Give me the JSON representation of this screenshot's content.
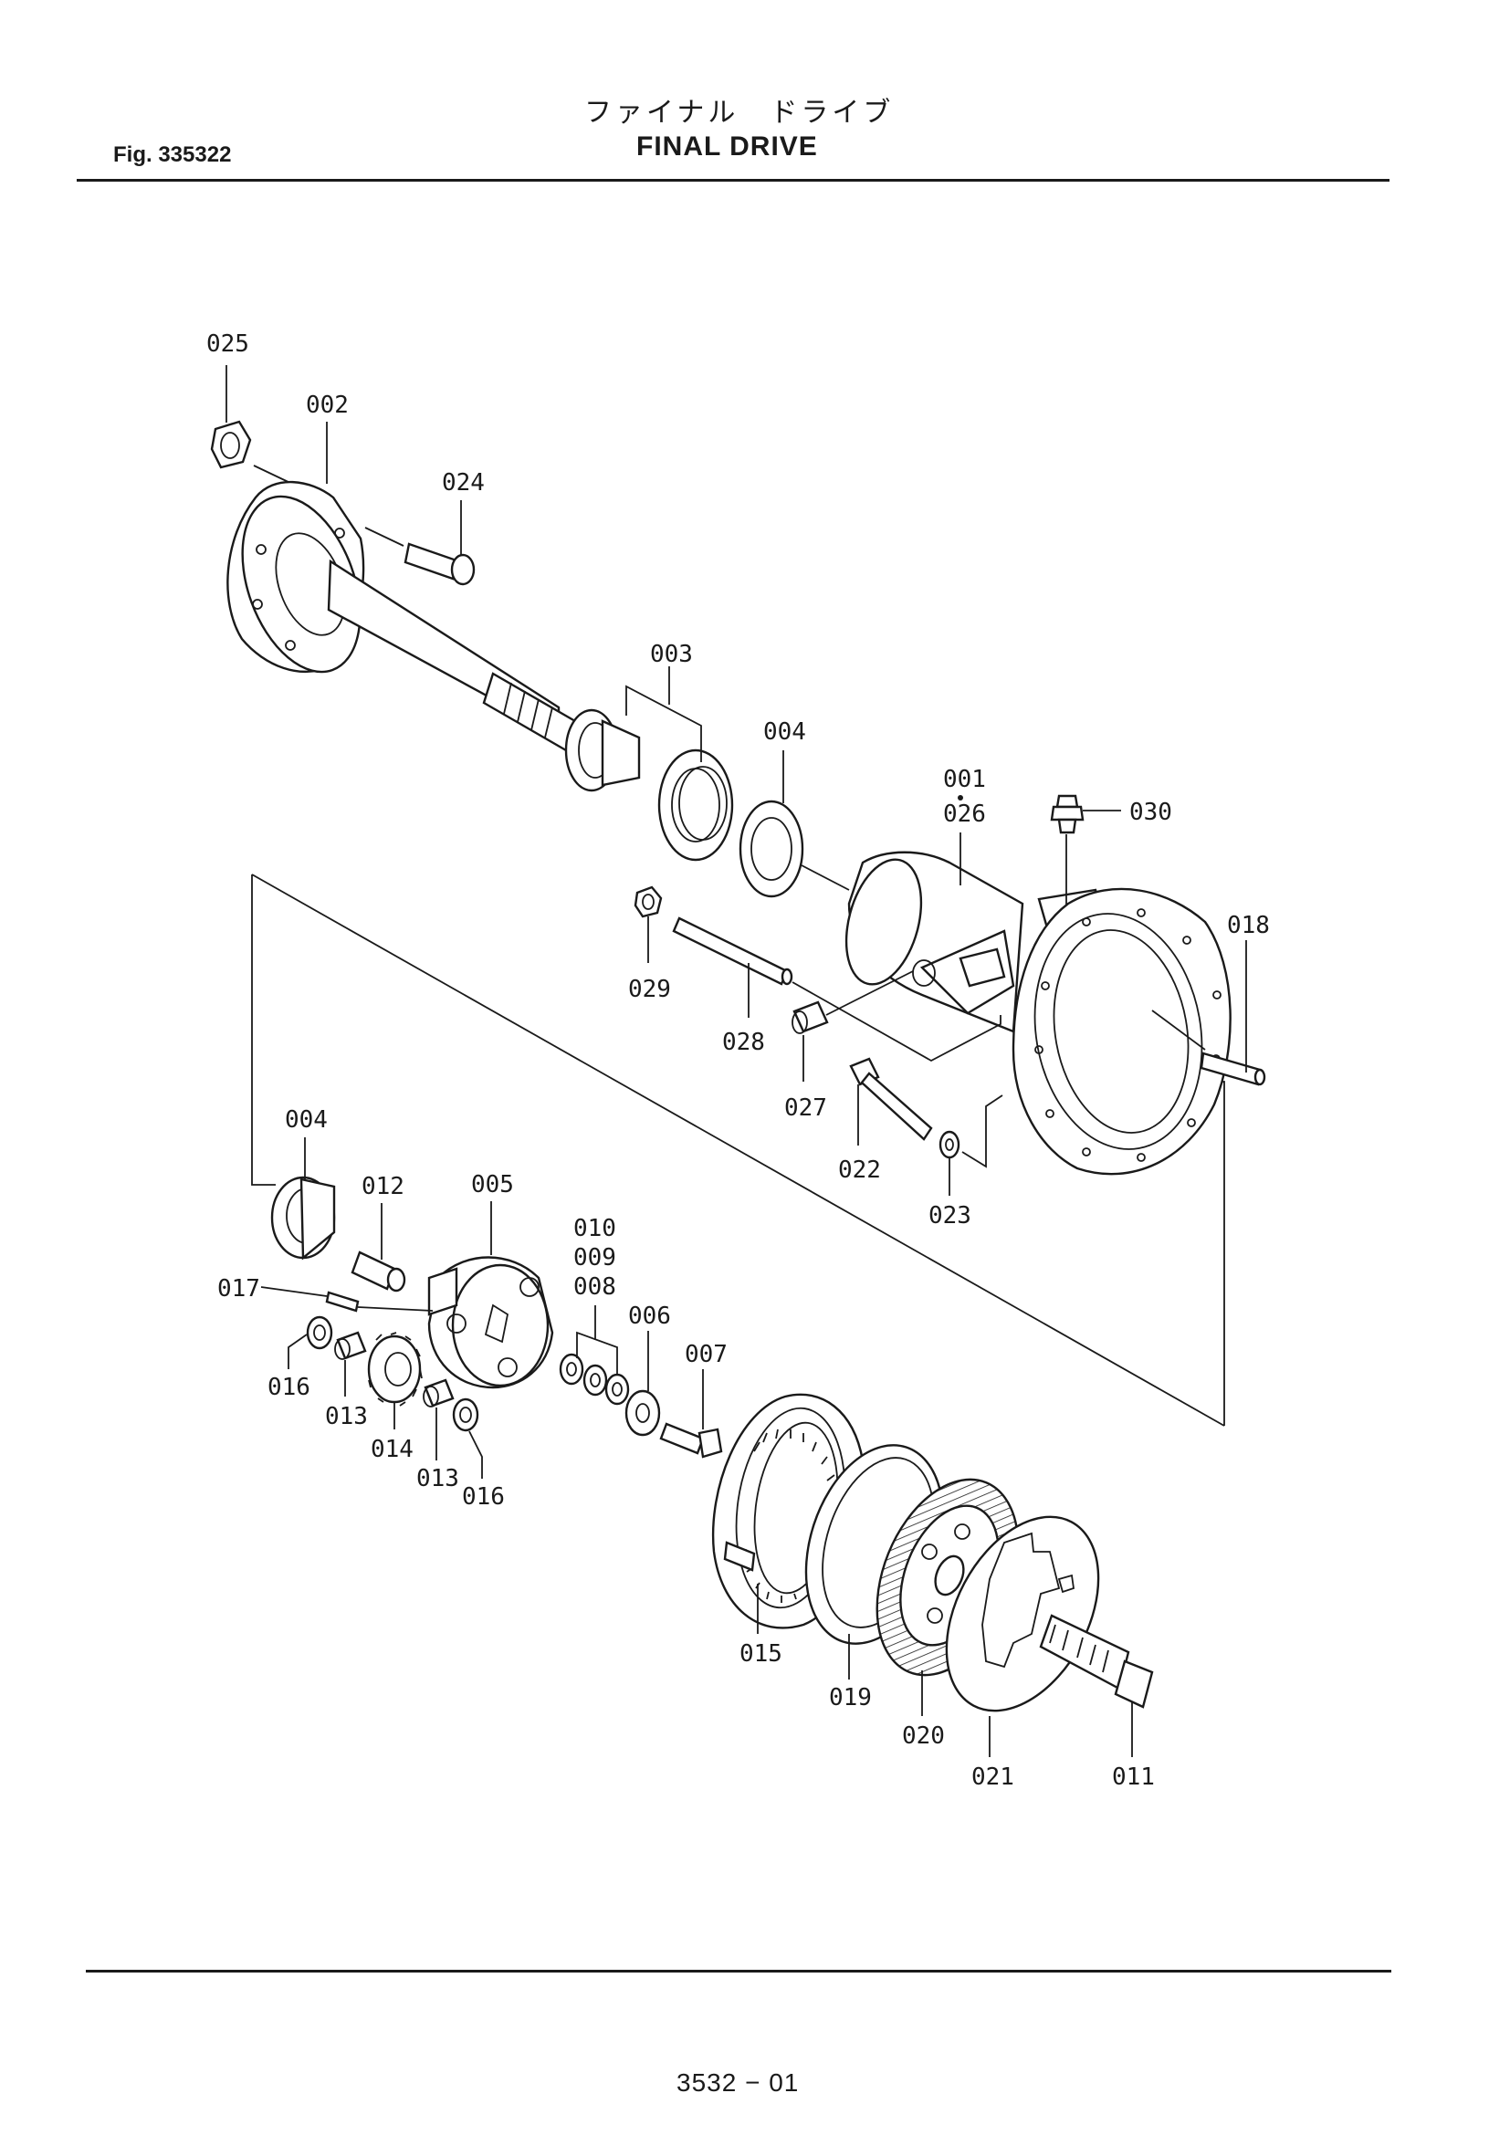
{
  "header": {
    "title_jp": "ファイナル　ドライブ",
    "title_en": "FINAL  DRIVE",
    "figure": "Fig.  335322"
  },
  "footer": {
    "page_code": "3532 − 01"
  },
  "parts": {
    "p001": "001",
    "p026": "026",
    "p002": "002",
    "p003": "003",
    "p004a": "004",
    "p004b": "004",
    "p005": "005",
    "p006": "006",
    "p007": "007",
    "p008": "008",
    "p009": "009",
    "p010": "010",
    "p011": "011",
    "p012": "012",
    "p013a": "013",
    "p013b": "013",
    "p014": "014",
    "p015": "015",
    "p016a": "016",
    "p016b": "016",
    "p017": "017",
    "p018": "018",
    "p019": "019",
    "p020": "020",
    "p021": "021",
    "p022": "022",
    "p023": "023",
    "p024": "024",
    "p025": "025",
    "p027": "027",
    "p028": "028",
    "p029": "029",
    "p030": "030"
  }
}
